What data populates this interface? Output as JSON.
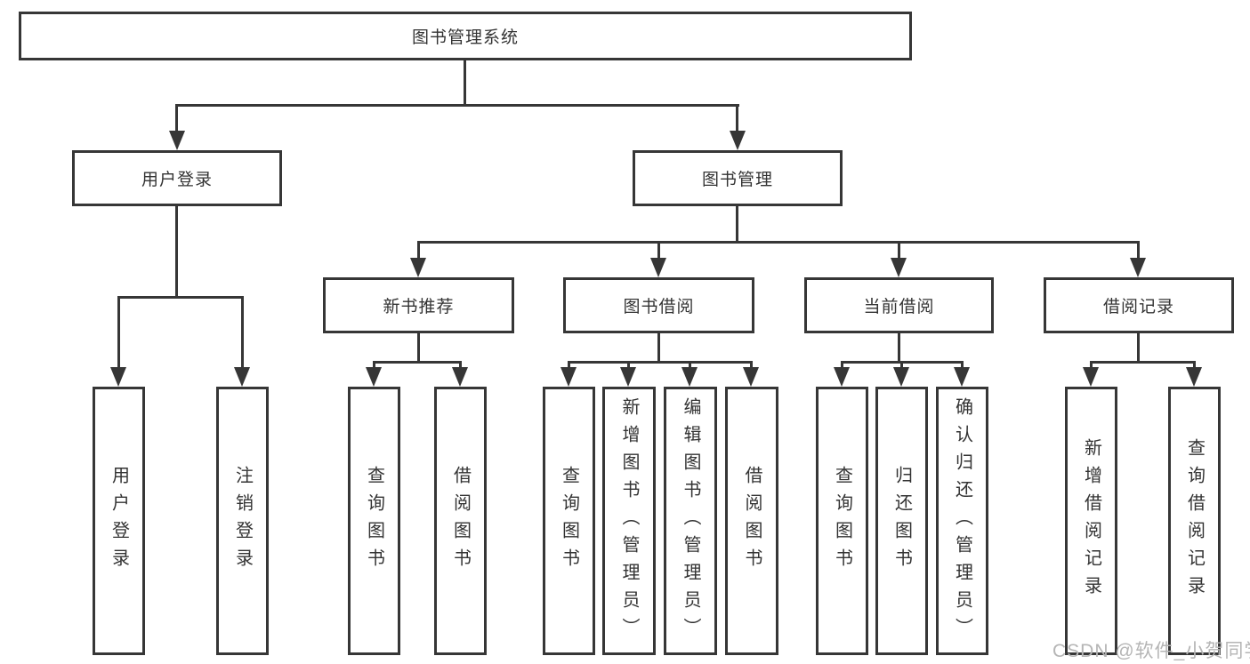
{
  "tree": {
    "label": "图书管理系统",
    "children": [
      {
        "label": "用户登录",
        "children": [
          {
            "label": "用户登录"
          },
          {
            "label": "注销登录"
          }
        ]
      },
      {
        "label": "图书管理",
        "children": [
          {
            "label": "新书推荐",
            "children": [
              {
                "label": "查询图书"
              },
              {
                "label": "借阅图书"
              }
            ]
          },
          {
            "label": "图书借阅",
            "children": [
              {
                "label": "查询图书"
              },
              {
                "label": "新增图书（管理员）"
              },
              {
                "label": "编辑图书（管理员）"
              },
              {
                "label": "借阅图书"
              }
            ]
          },
          {
            "label": "当前借阅",
            "children": [
              {
                "label": "查询图书"
              },
              {
                "label": "归还图书"
              },
              {
                "label": "确认归还（管理员）"
              }
            ]
          },
          {
            "label": "借阅记录",
            "children": [
              {
                "label": "新增借阅记录"
              },
              {
                "label": "查询借阅记录"
              }
            ]
          }
        ]
      }
    ]
  },
  "watermark": {
    "text": "CSDN @软件_小贺同学"
  },
  "colors": {
    "line": "#363636",
    "text": "#333333",
    "box_background": "#ffffff",
    "page_background": "#ffffff",
    "watermark": "#b5b5b5"
  }
}
